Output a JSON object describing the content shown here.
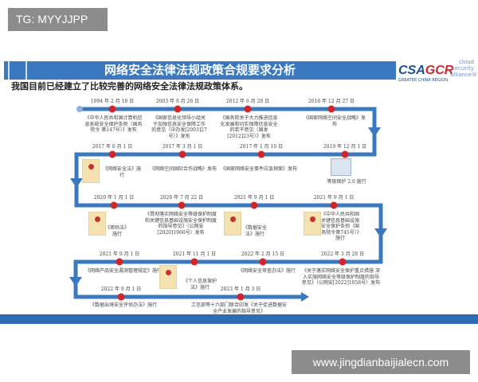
{
  "watermark": "TG: MYYJJPP",
  "header": {
    "title": "网络安全法律法规政策合规要求分析"
  },
  "logo": {
    "csa": "CSA",
    "gcr": "GCR",
    "cloud": "cloud security alliance®",
    "region": "GREATER CHINA REGION"
  },
  "subtitle": "我国目前已经建立了比较完善的网络安全法律法规政策体系。",
  "colors": {
    "accent": "#3a78c0",
    "dot": "#d0262b"
  },
  "events": [
    {
      "date": "1994 年 2 月 18 日",
      "text": "《中华人民共和国计算机信息系统安全保护条例（国务院令 第147号）》发布"
    },
    {
      "date": "2003 年 8 月 26 日",
      "text": "《国家信息化领导小组关于加强信息安全保障工作的意见（中办发[2003]27号）》发布"
    },
    {
      "date": "2012 年 6 月 28 日",
      "text": "《国务院关于大力推进信息化发展和切实保障信息安全的若干意见（国发[2012]23号）》发布"
    },
    {
      "date": "2016 年 12 月 27 日",
      "text": "《国家网络空间安全战略》发布"
    },
    {
      "date": "2017 年 6 月 1 日",
      "text": "《网络安全法》施行"
    },
    {
      "date": "2017 年 3 月 1 日",
      "text": "《网络空间国际合作战略》发布"
    },
    {
      "date": "2017 年 1 月 10 日",
      "text": "《国家网络安全事件应急预案》发布"
    },
    {
      "date": "2019 年 12 月 1 日",
      "text": "等级保护 2.0 施行"
    },
    {
      "date": "2020 年 1 月 1 日",
      "text": "《密码法》施行"
    },
    {
      "date": "2020 年 7 月 22 日",
      "text": "《贯彻落实网络安全等级保护制度和关键信息基础设施安全保护制度的指导意见》（公网安[2020]1960号）发布"
    },
    {
      "date": "2021 年 9 月 1 日",
      "text": "《数据安全法》施行"
    },
    {
      "date": "2021 年 9 月 1 日",
      "text": "《中华人民共和国关键信息基础设施安全保护条例（国务院令第745号）》施行"
    },
    {
      "date": "2021 年 9 月 1 日",
      "text": "《网络产品安全漏洞管理规定》施行"
    },
    {
      "date": "2021 年 11 月 1 日",
      "text": "《个人信息保护法》施行"
    },
    {
      "date": "2022 年 2 月 15 日",
      "text": "《网络安全审查办法》施行"
    },
    {
      "date": "2022 年 3 月 28 日",
      "text": "《关于落实网络安全保护重点措施 深入实施网络安全等级保护制度的指导意见》（公网安[2022]1058号）发布"
    },
    {
      "date": "2022 年 9 月 1 日",
      "text": "《数据出境安全评估办法》施行"
    },
    {
      "date": "2023 年 1 月 3 日",
      "text": "工信部等十六部门联合印发《关于促进数据安全产业发展的指导意见》"
    }
  ],
  "footer": {
    "site": "www.jingdianbaijialecn.com"
  }
}
